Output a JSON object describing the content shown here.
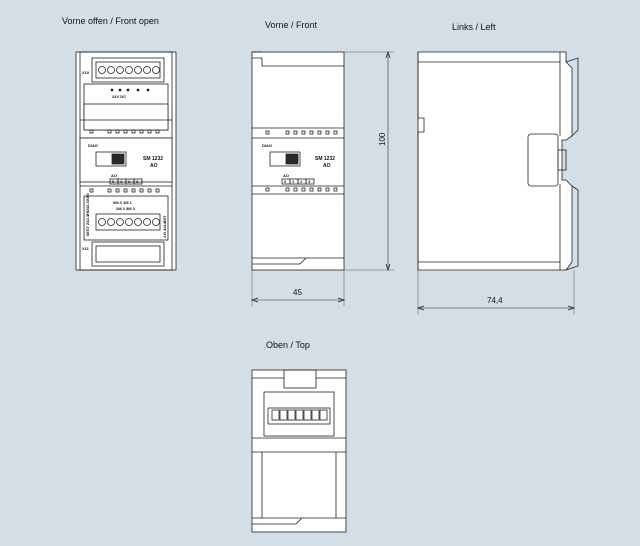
{
  "views": {
    "front_open": "Vorne offen / Front open",
    "front": "Vorne / Front",
    "left": "Links / Left",
    "top": "Oben / Top"
  },
  "dimensions": {
    "height": "100",
    "width_front": "45",
    "depth_left": "74,4"
  },
  "module": {
    "model": "SM 1232",
    "type": "AO",
    "diag_label": "DIAG",
    "ao_label": "AO",
    "channels": [
      "0",
      "1",
      "2",
      "3"
    ],
    "connector_top": "X10",
    "connector_bottom": "X11",
    "supply_label": "24V DC",
    "order_number": "6ES7 232-4HD32-0XB0",
    "terminal_header": "0M 0 1M 1",
    "terminal_header2": "2M 2 3M 3",
    "side_text": "AO 4x14BIT"
  },
  "colors": {
    "background": "#d3dee6",
    "line": "#222222"
  }
}
